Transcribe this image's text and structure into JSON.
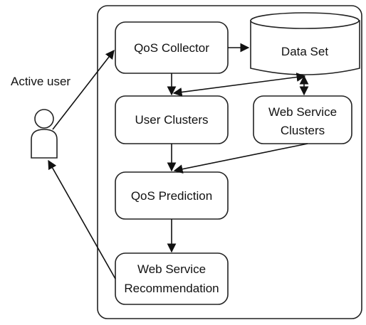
{
  "diagram": {
    "actor": {
      "label": "Active user"
    },
    "nodes": {
      "qos_collector": "QoS Collector",
      "data_set": "Data Set",
      "user_clusters": "User Clusters",
      "web_service_clusters": [
        "Web Service",
        "Clusters"
      ],
      "qos_prediction": "QoS Prediction",
      "web_service_recommendation": [
        "Web Service",
        "Recommendation"
      ]
    },
    "edges": [
      {
        "from": "active_user",
        "to": "qos_collector"
      },
      {
        "from": "qos_collector",
        "to": "data_set"
      },
      {
        "from": "qos_collector",
        "to": "user_clusters"
      },
      {
        "from": "data_set",
        "to": "user_clusters",
        "bidirectional": true
      },
      {
        "from": "data_set",
        "to": "web_service_clusters",
        "bidirectional": true
      },
      {
        "from": "user_clusters",
        "to": "qos_prediction"
      },
      {
        "from": "web_service_clusters",
        "to": "qos_prediction"
      },
      {
        "from": "qos_prediction",
        "to": "web_service_recommendation"
      },
      {
        "from": "web_service_recommendation",
        "to": "active_user"
      }
    ]
  }
}
